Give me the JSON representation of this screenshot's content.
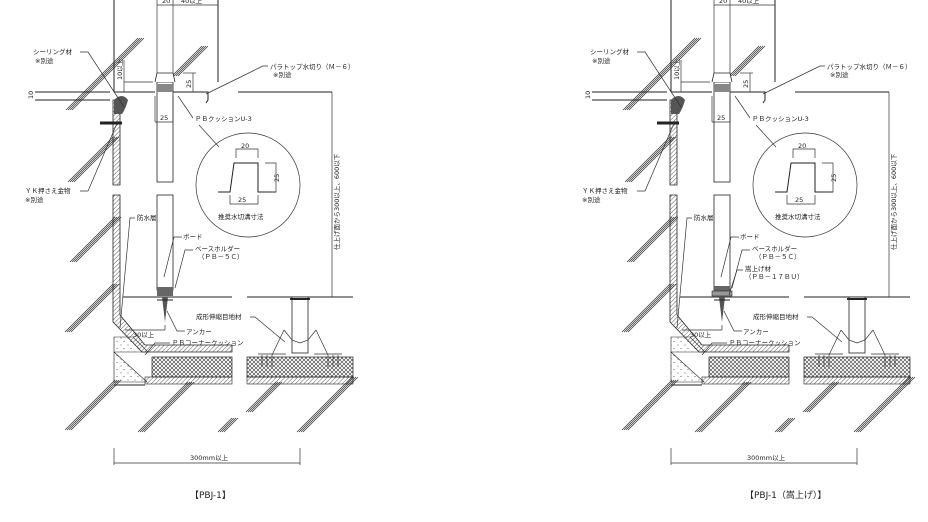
{
  "panels": [
    {
      "title": "【PBJ-1】",
      "labels": {
        "sealing": "シーリング材",
        "sealing_note": "※別途",
        "yk": "ＹＫ押さえ金物",
        "yk_note": "※別途",
        "waterproof": "防水層",
        "board": "ボード",
        "base_holder": "ベースホルダー",
        "base_holder_code": "（ＰＢ－５Ｃ）",
        "raise": "",
        "raise_code": "",
        "anchor": "アンカー",
        "min30": "30以上",
        "corner_cushion": "ＰＢコーナークッション",
        "joint_filler": "成形伸縮目地材",
        "paratop": "パラトップ水切り（Ｍ－６）",
        "paratop_note": "※別途",
        "cushion": "ＰＢクッションU-3",
        "groove_title": "推奨水切溝寸法",
        "height_dim": "仕上げ面から300以上、600以下",
        "span_dim": "300mm以上",
        "dim_20": "20",
        "dim_40": "40以上",
        "dim_10up": "10以上",
        "dim_10": "10",
        "dim_25a": "25",
        "dim_25b": "25",
        "groove_20": "20",
        "groove_25h": "25",
        "groove_25w": "25"
      }
    },
    {
      "title": "【PBJ-1（嵩上げ）】",
      "labels": {
        "sealing": "シーリング材",
        "sealing_note": "※別途",
        "yk": "ＹＫ押さえ金物",
        "yk_note": "※別途",
        "waterproof": "防水層",
        "board": "ボード",
        "base_holder": "ベースホルダー",
        "base_holder_code": "（ＰＢ－５Ｃ）",
        "raise": "嵩上げ材",
        "raise_code": "（ＰＢ－１７ＢＵ）",
        "anchor": "アンカー",
        "min30": "30以上",
        "corner_cushion": "ＰＢコーナークッション",
        "joint_filler": "成形伸縮目地材",
        "paratop": "パラトップ水切り（Ｍ－６）",
        "paratop_note": "※別途",
        "cushion": "ＰＢクッションU-3",
        "groove_title": "推奨水切溝寸法",
        "height_dim": "仕上げ面から300以上、600以下",
        "span_dim": "300mm以上",
        "dim_20": "20",
        "dim_40": "40以上",
        "dim_10up": "10以上",
        "dim_10": "10",
        "dim_25a": "25",
        "dim_25b": "25",
        "groove_20": "20",
        "groove_25h": "25",
        "groove_25w": "25"
      }
    }
  ]
}
